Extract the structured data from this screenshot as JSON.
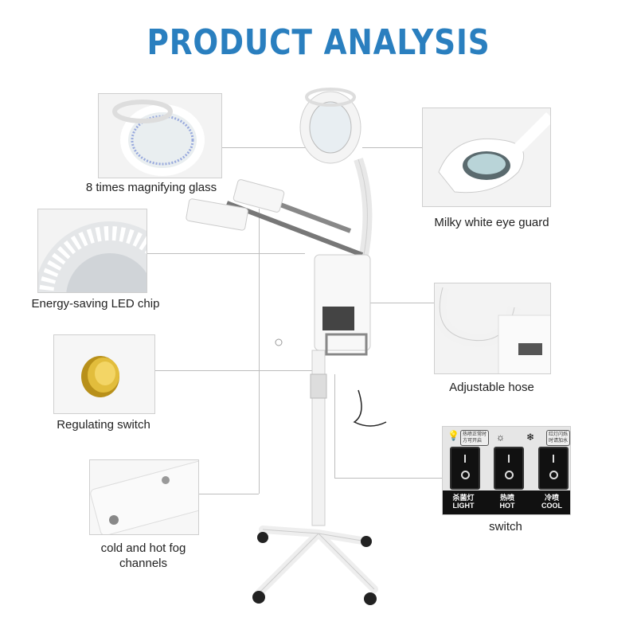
{
  "title": "PRODUCT ANALYSIS",
  "features": {
    "magnifier": "8 times magnifying glass",
    "led": "Energy-saving LED chip",
    "knob": "Regulating switch",
    "fog": "cold and hot fog channels",
    "eye_guard": "Milky white eye guard",
    "hose": "Adjustable hose",
    "switch": "switch"
  },
  "switch_panel": {
    "note_left": [
      "热喷正常时",
      "方可开启"
    ],
    "note_right": [
      "红灯闪烁",
      "时请加水"
    ],
    "switches": [
      {
        "cn": "杀菌灯",
        "en": "LIGHT"
      },
      {
        "cn": "热喷",
        "en": "HOT"
      },
      {
        "cn": "冷喷",
        "en": "COOL"
      }
    ]
  },
  "colors": {
    "title": "#2a7fbf"
  }
}
